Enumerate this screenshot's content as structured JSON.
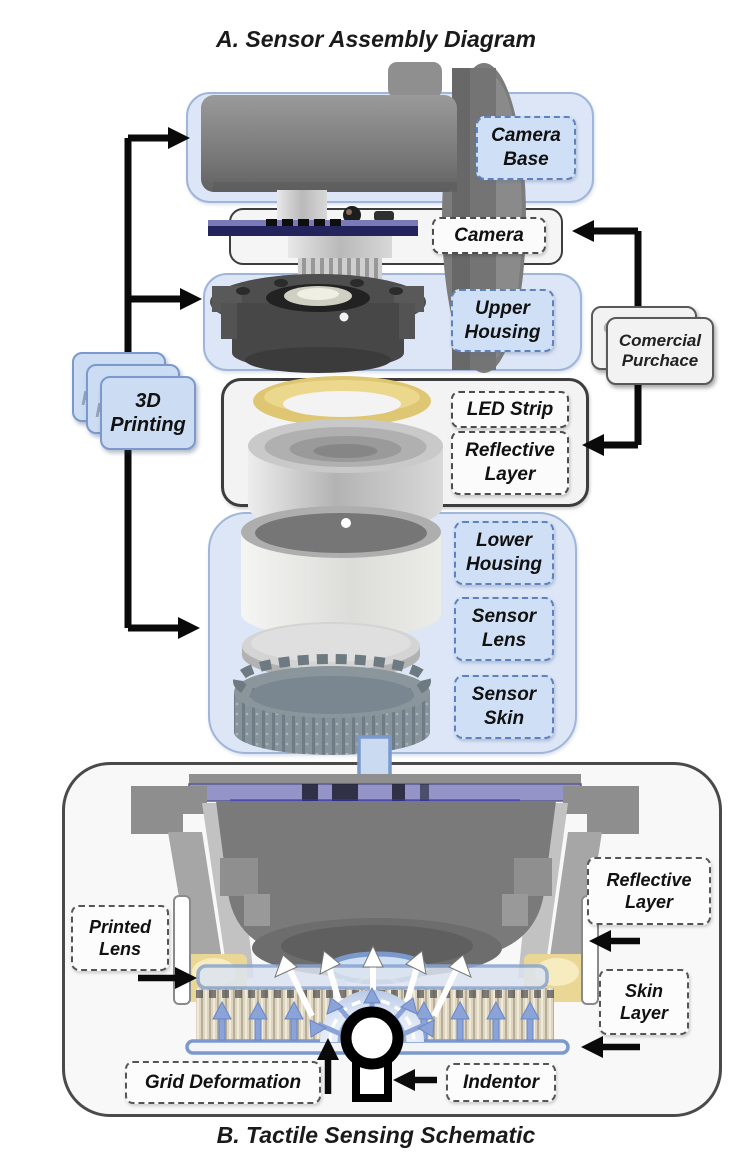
{
  "section_a": {
    "title": "A. Sensor Assembly Diagram",
    "labels": {
      "camera_base": "Camera Base",
      "camera": "Camera",
      "upper_housing": "Upper Housing",
      "led_strip": "LED Strip",
      "reflective_layer": "Reflective Layer",
      "lower_housing": "Lower Housing",
      "sensor_lens": "Sensor Lens",
      "sensor_skin": "Sensor Skin",
      "printing_3d": "3D Printing",
      "comercial_purchace": "Comercial Purchace"
    }
  },
  "section_b": {
    "title": "B. Tactile Sensing Schematic",
    "labels": {
      "printed_lens": "Printed Lens",
      "reflective_layer": "Reflective Layer",
      "skin_layer": "Skin Layer",
      "grid_deformation": "Grid Deformation",
      "indentor": "Indentor"
    }
  },
  "colors": {
    "container_blue_fill": "#dce6f7",
    "container_blue_border": "#9fb6da",
    "label_blue_fill": "#cfdff5",
    "label_blue_border": "#5d82bd",
    "gray_container_border": "#3d3d3d",
    "led_yellow": "#dfc672",
    "pcb_purple": "#9494c8",
    "big_arrow_fill": "#c9daf1",
    "big_arrow_border": "#7b99cc",
    "small_arrow_blue": "#8aa3d8",
    "black_arrow": "#0a0a0a"
  }
}
